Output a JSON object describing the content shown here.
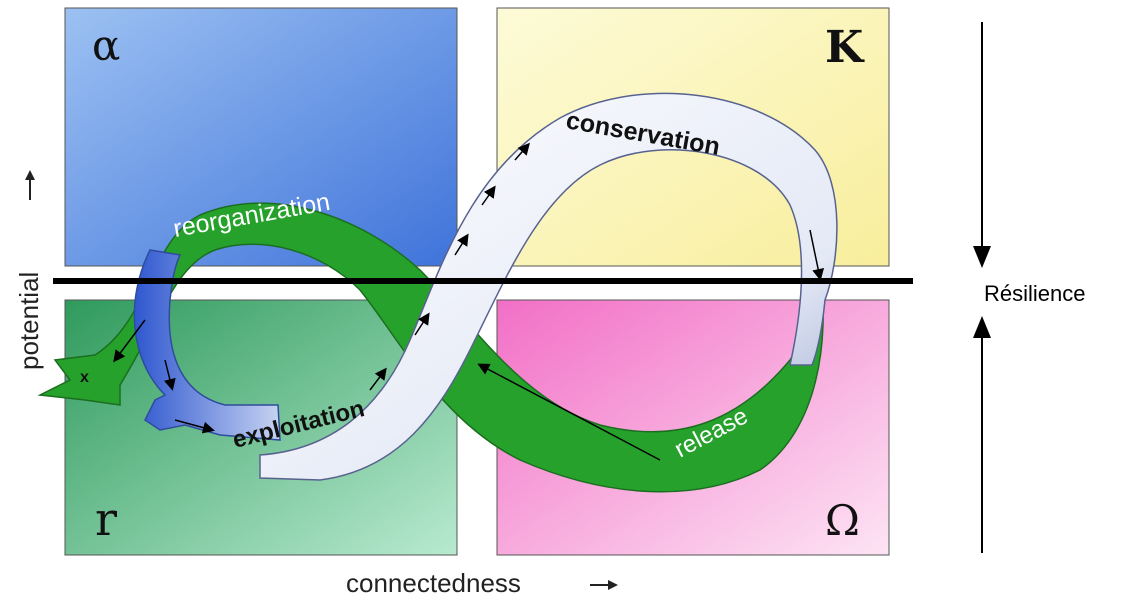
{
  "quadrants": {
    "top_left": {
      "symbol": "α",
      "color": "#6a9ee6"
    },
    "top_right": {
      "symbol": "K",
      "color": "#fbf6b6"
    },
    "bottom_left": {
      "symbol": "r",
      "color": "#42b372"
    },
    "bottom_right": {
      "symbol": "Ω",
      "color": "#f79cd6"
    }
  },
  "ribbon_labels": {
    "reorganization": "reorganization",
    "conservation": "conservation",
    "exploitation": "exploitation",
    "release": "release",
    "x_marker": "x"
  },
  "axes": {
    "x_label": "connectedness",
    "y_label": "potential"
  },
  "resilience": {
    "label": "Résilience"
  },
  "colors": {
    "green_ribbon": "#23a02a",
    "white_ribbon": "#eef2fb",
    "blue_ribbon": "#4f74d8",
    "divider": "#000000"
  }
}
